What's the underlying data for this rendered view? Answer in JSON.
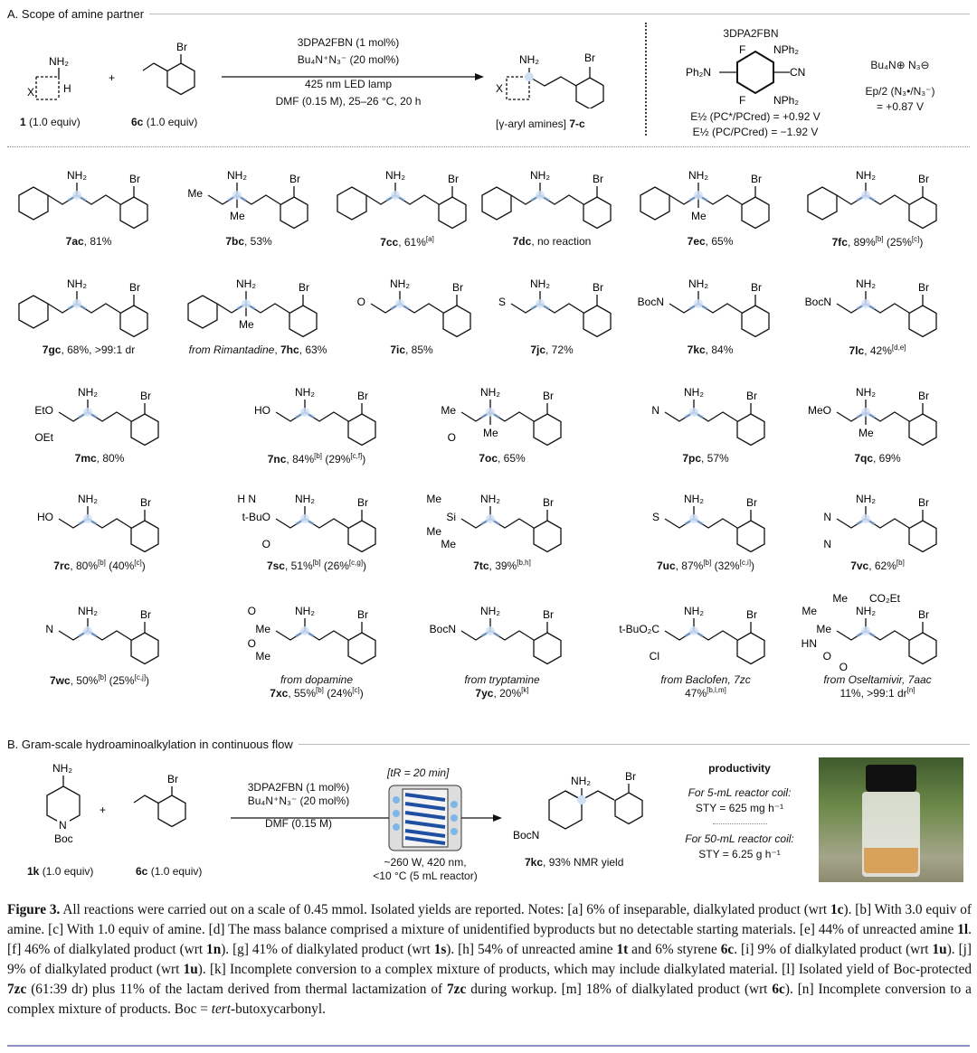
{
  "section_a": {
    "title": "A. Scope of amine partner",
    "reactant1": {
      "nh2": "NH₂",
      "x": "X",
      "h": "H",
      "label_id": "1",
      "label_rest": " (1.0 equiv)"
    },
    "plus": "+",
    "reactant2": {
      "br": "Br",
      "label_id": "6c",
      "label_rest": " (1.0 equiv)"
    },
    "conditions": [
      "3DPA2FBN (1 mol%)",
      "Bu₄N⁺N₃⁻ (20 mol%)",
      "425 nm LED lamp",
      "DMF (0.15 M), 25–26 °C, 20 h"
    ],
    "product": {
      "nh2": "NH₂",
      "br": "Br",
      "x": "X",
      "label_pre": "[γ-aryl amines] ",
      "label_id": "7-c"
    },
    "catalyst": {
      "name": "3DPA2FBN",
      "f1": "F",
      "f2": "F",
      "nph2a": "NPh₂",
      "nph2b": "NPh₂",
      "ph2n": "Ph₂N",
      "cn": "CN",
      "e1": "E½ (PC*/PCred) = +0.92 V",
      "e2": "E½ (PC/PCred) = −1.92 V"
    },
    "azide": {
      "salt": "Bu₄N⊕ N₃⊖",
      "ep": "Ep/2 (N₃•/N₃⁻)",
      "value": "= +0.87 V"
    }
  },
  "compounds": [
    {
      "atoms": [
        "NH₂",
        "Br"
      ],
      "left": [],
      "below": "",
      "label": [
        {
          "t": "7ac",
          "b": 1
        },
        {
          "t": ", 81%"
        }
      ]
    },
    {
      "atoms": [
        "NH₂",
        "Br"
      ],
      "left": [
        "Me"
      ],
      "below": "Me",
      "label": [
        {
          "t": "7bc",
          "b": 1
        },
        {
          "t": ", 53%"
        }
      ]
    },
    {
      "atoms": [
        "NH₂",
        "Br"
      ],
      "left": [],
      "below": "",
      "label": [
        {
          "t": "7cc",
          "b": 1
        },
        {
          "t": ", 61%"
        },
        {
          "t": "[a]",
          "s": 1
        }
      ]
    },
    {
      "atoms": [
        "NH₂",
        "Br"
      ],
      "left": [],
      "below": "",
      "label": [
        {
          "t": "7dc",
          "b": 1
        },
        {
          "t": ", no reaction"
        }
      ]
    },
    {
      "atoms": [
        "NH₂",
        "Br"
      ],
      "left": [],
      "below": "Me",
      "label": [
        {
          "t": "7ec",
          "b": 1
        },
        {
          "t": ", 65%"
        }
      ]
    },
    {
      "atoms": [
        "NH₂",
        "Br"
      ],
      "left": [],
      "below": "",
      "label": [
        {
          "t": "7fc",
          "b": 1
        },
        {
          "t": ", 89%"
        },
        {
          "t": "[b]",
          "s": 1
        },
        {
          "t": " (25%"
        },
        {
          "t": "[c]",
          "s": 1
        },
        {
          "t": ")"
        }
      ]
    },
    {
      "atoms": [
        "NH₂",
        "Br"
      ],
      "left": [],
      "below": "",
      "label": [
        {
          "t": "7gc",
          "b": 1
        },
        {
          "t": ", 68%, >99:1 dr"
        }
      ]
    },
    {
      "atoms": [
        "NH₂",
        "Br"
      ],
      "left": [],
      "below": "Me",
      "label": [
        {
          "t": "from Rimantadine",
          "i": 1
        },
        {
          "t": ", "
        },
        {
          "t": "7hc",
          "b": 1
        },
        {
          "t": ", 63%"
        }
      ]
    },
    {
      "atoms": [
        "NH₂",
        "Br"
      ],
      "left": [
        "O"
      ],
      "below": "",
      "label": [
        {
          "t": "7ic",
          "b": 1
        },
        {
          "t": ", 85%"
        }
      ]
    },
    {
      "atoms": [
        "NH₂",
        "Br"
      ],
      "left": [
        "S"
      ],
      "below": "",
      "label": [
        {
          "t": "7jc",
          "b": 1
        },
        {
          "t": ", 72%"
        }
      ]
    },
    {
      "atoms": [
        "NH₂",
        "Br"
      ],
      "left": [
        "BocN"
      ],
      "below": "",
      "label": [
        {
          "t": "7kc",
          "b": 1
        },
        {
          "t": ", 84%"
        }
      ]
    },
    {
      "atoms": [
        "NH₂",
        "Br"
      ],
      "left": [
        "BocN"
      ],
      "below": "",
      "label": [
        {
          "t": "7lc",
          "b": 1
        },
        {
          "t": ", 42%"
        },
        {
          "t": "[d,e]",
          "s": 1
        }
      ]
    },
    {
      "atoms": [
        "NH₂",
        "Br"
      ],
      "left": [
        "EtO",
        "OEt"
      ],
      "below": "",
      "label": [
        {
          "t": "7mc",
          "b": 1
        },
        {
          "t": ", 80%"
        }
      ]
    },
    {
      "atoms": [
        "NH₂",
        "Br"
      ],
      "left": [
        "HO"
      ],
      "below": "",
      "label": [
        {
          "t": "7nc",
          "b": 1
        },
        {
          "t": ", 84%"
        },
        {
          "t": "[b]",
          "s": 1
        },
        {
          "t": " (29%"
        },
        {
          "t": "[c,f]",
          "s": 1
        },
        {
          "t": ")"
        }
      ]
    },
    {
      "atoms": [
        "NH₂",
        "Br"
      ],
      "left": [
        "Me",
        "O"
      ],
      "below": "Me",
      "label": [
        {
          "t": "7oc",
          "b": 1
        },
        {
          "t": ", 65%"
        }
      ]
    },
    {
      "atoms": [
        "NH₂",
        "Br"
      ],
      "left": [
        "N"
      ],
      "below": "",
      "label": [
        {
          "t": "7pc",
          "b": 1
        },
        {
          "t": ", 57%"
        }
      ]
    },
    {
      "atoms": [
        "NH₂",
        "Br"
      ],
      "left": [
        "MeO"
      ],
      "below": "Me",
      "label": [
        {
          "t": "7qc",
          "b": 1
        },
        {
          "t": ", 69%"
        }
      ]
    },
    {
      "atoms": [
        "NH₂",
        "Br"
      ],
      "left": [
        "HO"
      ],
      "below": "",
      "label": [
        {
          "t": "7rc",
          "b": 1
        },
        {
          "t": ", 80%"
        },
        {
          "t": "[b]",
          "s": 1
        },
        {
          "t": " (40%"
        },
        {
          "t": "[c]",
          "s": 1
        },
        {
          "t": ")"
        }
      ]
    },
    {
      "atoms": [
        "NH₂",
        "Br"
      ],
      "left": [
        "t-BuO",
        "O",
        "H N"
      ],
      "below": "",
      "label": [
        {
          "t": "7sc",
          "b": 1
        },
        {
          "t": ", 51%"
        },
        {
          "t": "[b]",
          "s": 1
        },
        {
          "t": " (26%"
        },
        {
          "t": "[c,g]",
          "s": 1
        },
        {
          "t": ")"
        }
      ]
    },
    {
      "atoms": [
        "NH₂",
        "Br"
      ],
      "left": [
        "Si",
        "Me",
        "Me",
        "Me"
      ],
      "below": "",
      "label": [
        {
          "t": "7tc",
          "b": 1
        },
        {
          "t": ", 39%"
        },
        {
          "t": "[b,h]",
          "s": 1
        }
      ]
    },
    {
      "atoms": [
        "NH₂",
        "Br"
      ],
      "left": [
        "S"
      ],
      "below": "",
      "label": [
        {
          "t": "7uc",
          "b": 1
        },
        {
          "t": ", 87%"
        },
        {
          "t": "[b]",
          "s": 1
        },
        {
          "t": " (32%"
        },
        {
          "t": "[c,i]",
          "s": 1
        },
        {
          "t": ")"
        }
      ]
    },
    {
      "atoms": [
        "NH₂",
        "Br"
      ],
      "left": [
        "N",
        "N"
      ],
      "below": "",
      "label": [
        {
          "t": "7vc",
          "b": 1
        },
        {
          "t": ", 62%"
        },
        {
          "t": "[b]",
          "s": 1
        }
      ]
    },
    {
      "atoms": [
        "NH₂",
        "Br"
      ],
      "left": [
        "N"
      ],
      "below": "",
      "label": [
        {
          "t": "7wc",
          "b": 1
        },
        {
          "t": ", 50%"
        },
        {
          "t": "[b]",
          "s": 1
        },
        {
          "t": " (25%"
        },
        {
          "t": "[c,j]",
          "s": 1
        },
        {
          "t": ")"
        }
      ]
    },
    {
      "atoms": [
        "NH₂",
        "Br"
      ],
      "left": [
        "Me",
        "Me",
        "O",
        "O"
      ],
      "below": "",
      "pre": "from dopamine",
      "label": [
        {
          "t": "7xc",
          "b": 1
        },
        {
          "t": ", 55%"
        },
        {
          "t": "[b]",
          "s": 1
        },
        {
          "t": " (24%"
        },
        {
          "t": "[c]",
          "s": 1
        },
        {
          "t": ")"
        }
      ]
    },
    {
      "atoms": [
        "NH₂",
        "Br"
      ],
      "left": [
        "BocN"
      ],
      "below": "",
      "pre": "from tryptamine",
      "label": [
        {
          "t": "7yc",
          "b": 1
        },
        {
          "t": ", 20%"
        },
        {
          "t": "[k]",
          "s": 1
        }
      ]
    },
    {
      "atoms": [
        "NH₂",
        "Br"
      ],
      "left": [
        "t-BuO₂C",
        "Cl"
      ],
      "below": "",
      "pre": "from Baclofen, 7zc",
      "label": [
        {
          "t": "47%"
        },
        {
          "t": "[b,l,m]",
          "s": 1
        }
      ]
    },
    {
      "atoms": [
        "NH₂",
        "Br"
      ],
      "left": [
        "Me",
        "O",
        "Me",
        "HN",
        "Me",
        "O",
        "CO₂Et"
      ],
      "below": "",
      "pre": "from Oseltamivir, 7aac",
      "label": [
        {
          "t": "11%, >99:1 dr"
        },
        {
          "t": "[n]",
          "s": 1
        }
      ]
    }
  ],
  "section_b": {
    "title": "B. Gram-scale hydroaminoalkylation in continuous flow",
    "reactant1": {
      "nh2": "NH₂",
      "n": "N",
      "boc": "Boc",
      "label_id": "1k",
      "label_rest": " (1.0 equiv)"
    },
    "plus": "+",
    "reactant2": {
      "br": "Br",
      "label_id": "6c",
      "label_rest": " (1.0 equiv)"
    },
    "conditions": [
      "3DPA2FBN (1 mol%)",
      "Bu₄N⁺N₃⁻ (20 mol%)",
      "DMF (0.15 M)"
    ],
    "residence": "[tR = 20 min]",
    "reactor": [
      "~260 W, 420 nm,",
      "<10 °C (5 mL reactor)"
    ],
    "product": {
      "nh2": "NH₂",
      "br": "Br",
      "bocn": "BocN",
      "label_id": "7kc",
      "label_rest": ", 93% NMR yield"
    },
    "productivity": {
      "title": "productivity",
      "coil1": "For 5-mL reactor coil:",
      "sty1": "STY = 625 mg h⁻¹",
      "coil2": "For 50-mL reactor coil:",
      "sty2": "STY = 6.25 g h⁻¹"
    }
  },
  "caption": [
    {
      "t": "Figure 3.",
      "b": 1
    },
    {
      "t": " All reactions were carried out on a scale of 0.45 mmol. Isolated yields are reported. Notes: [a] 6% of inseparable, dialkylated product (wrt "
    },
    {
      "t": "1c",
      "b": 1
    },
    {
      "t": "). [b] With 3.0 equiv of amine. [c] With 1.0 equiv of amine. [d] The mass balance comprised a mixture of unidentified byproducts but no detectable starting materials. [e] 44% of unreacted amine "
    },
    {
      "t": "1l",
      "b": 1
    },
    {
      "t": ". [f] 46% of dialkylated product (wrt "
    },
    {
      "t": "1n",
      "b": 1
    },
    {
      "t": "). [g] 41% of dialkylated product (wrt "
    },
    {
      "t": "1s",
      "b": 1
    },
    {
      "t": "). [h] 54% of unreacted amine "
    },
    {
      "t": "1t",
      "b": 1
    },
    {
      "t": " and 6% styrene "
    },
    {
      "t": "6c",
      "b": 1
    },
    {
      "t": ". [i] 9% of dialkylated product (wrt "
    },
    {
      "t": "1u",
      "b": 1
    },
    {
      "t": "). [j] 9% of dialkylated product (wrt "
    },
    {
      "t": "1u",
      "b": 1
    },
    {
      "t": "). [k] Incomplete conversion to a complex mixture of products, which may include dialkylated material. [l] Isolated yield of Boc-protected "
    },
    {
      "t": "7zc",
      "b": 1
    },
    {
      "t": " (61:39 dr) plus 11% of the lactam derived from thermal lactamization of "
    },
    {
      "t": "7zc",
      "b": 1
    },
    {
      "t": " during workup. [m] 18% of dialkylated product (wrt "
    },
    {
      "t": "6c",
      "b": 1
    },
    {
      "t": "). [n] Incomplete conversion to a complex mixture of products. Boc = "
    },
    {
      "t": "tert",
      "i": 1
    },
    {
      "t": "-butoxycarbonyl."
    }
  ]
}
